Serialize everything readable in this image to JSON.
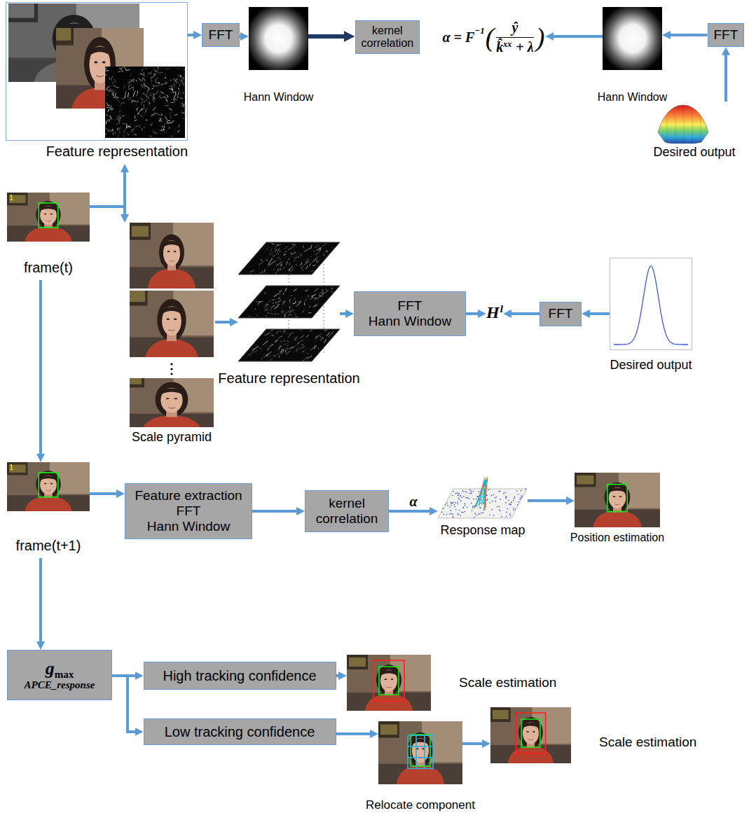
{
  "diagram": {
    "nodes": [
      {
        "text": [
          "Feature representation"
        ]
      },
      {
        "text": [
          "FFT"
        ]
      },
      {
        "text": [
          "Hann Window"
        ]
      },
      {
        "text": [
          "kernel correlation"
        ]
      },
      {
        "text": [
          "α = F",
          "−1",
          "(",
          "ŷ",
          "k̂",
          "xx",
          "+ λ",
          ")"
        ]
      },
      {
        "text": [
          "Hann Window"
        ]
      },
      {
        "text": [
          "FFT"
        ]
      },
      {
        "text": [
          "Desired output"
        ]
      },
      {
        "text": [
          "frame(t)"
        ]
      },
      {
        "text": [
          "Scale pyramid"
        ]
      },
      {
        "text": [
          "Feature representation"
        ]
      },
      {
        "text": [
          "FFT",
          "Hann Window"
        ]
      },
      {
        "text": [
          "H",
          "l"
        ]
      },
      {
        "text": [
          "FFT"
        ]
      },
      {
        "text": [
          "Desired output"
        ]
      },
      {
        "text": [
          "frame(t+1)"
        ]
      },
      {
        "text": [
          "Feature extraction",
          "FFT",
          "Hann Window"
        ]
      },
      {
        "text": [
          "kernel correlation"
        ]
      },
      {
        "text": [
          "Response map"
        ]
      },
      {
        "text": [
          "Position estimation"
        ]
      },
      {
        "text": [
          "g",
          "max",
          "APCE_response"
        ]
      },
      {
        "text": [
          "High tracking confidence"
        ]
      },
      {
        "text": [
          "Low tracking confidence"
        ]
      },
      {
        "text": [
          "Scale estimation"
        ]
      },
      {
        "text": [
          "Relocate component"
        ]
      },
      {
        "text": [
          "Scale estimation"
        ]
      }
    ],
    "edges": [
      {
        "from": 8,
        "to": 0,
        "arrow": "to"
      },
      {
        "from": 8,
        "to": 9,
        "arrow": "to"
      },
      {
        "from": 0,
        "to": 1,
        "arrow": "to"
      },
      {
        "from": 1,
        "to": 2,
        "arrow": "to"
      },
      {
        "from": 2,
        "to": 3,
        "arrow": "to"
      },
      {
        "from": 5,
        "to": 4,
        "arrow": "to"
      },
      {
        "from": 6,
        "to": 5,
        "arrow": "to"
      },
      {
        "from": 7,
        "to": 6,
        "arrow": "to"
      },
      {
        "from": 9,
        "to": 10,
        "arrow": "to"
      },
      {
        "from": 10,
        "to": 11,
        "arrow": "to"
      },
      {
        "from": 11,
        "to": 12,
        "arrow": "to"
      },
      {
        "from": 13,
        "to": 12,
        "arrow": "to"
      },
      {
        "from": 14,
        "to": 13,
        "arrow": "to"
      },
      {
        "from": 8,
        "to": 15,
        "arrow": "to"
      },
      {
        "from": 15,
        "to": 16,
        "arrow": "to"
      },
      {
        "from": 16,
        "to": 17,
        "arrow": "to"
      },
      {
        "from": 17,
        "to": 18,
        "label": "α",
        "arrow": "to"
      },
      {
        "from": 18,
        "to": 19,
        "arrow": "to"
      },
      {
        "from": 15,
        "to": 20,
        "arrow": "to"
      },
      {
        "from": 20,
        "to": 21,
        "arrow": "to"
      },
      {
        "from": 20,
        "to": 22,
        "arrow": "to"
      },
      {
        "from": 21,
        "to": 23,
        "arrow": "to"
      },
      {
        "from": 22,
        "to": 24,
        "arrow": "to"
      },
      {
        "from": 24,
        "to": 25,
        "arrow": "to"
      }
    ],
    "labels": [
      "1",
      "1"
    ]
  }
}
